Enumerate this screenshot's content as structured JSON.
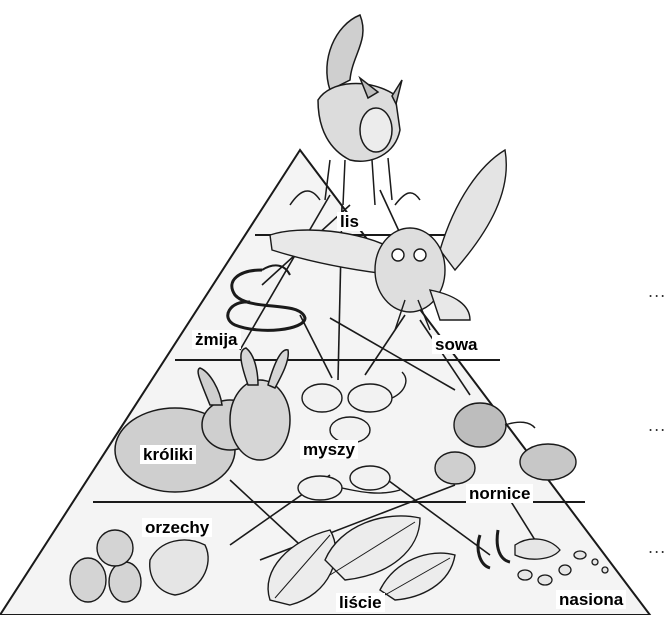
{
  "labels": {
    "lis": "lis",
    "zmija": "żmija",
    "sowa": "sowa",
    "kroliki": "króliki",
    "myszy": "myszy",
    "nornice": "nornice",
    "orzechy": "orzechy",
    "liscie": "liście",
    "nasiona": "nasiona"
  },
  "marks": {
    "dots": "..."
  },
  "colors": {
    "ink": "#1a1a1a",
    "tier_fill": "#f3f3f3",
    "background": "#ffffff"
  }
}
